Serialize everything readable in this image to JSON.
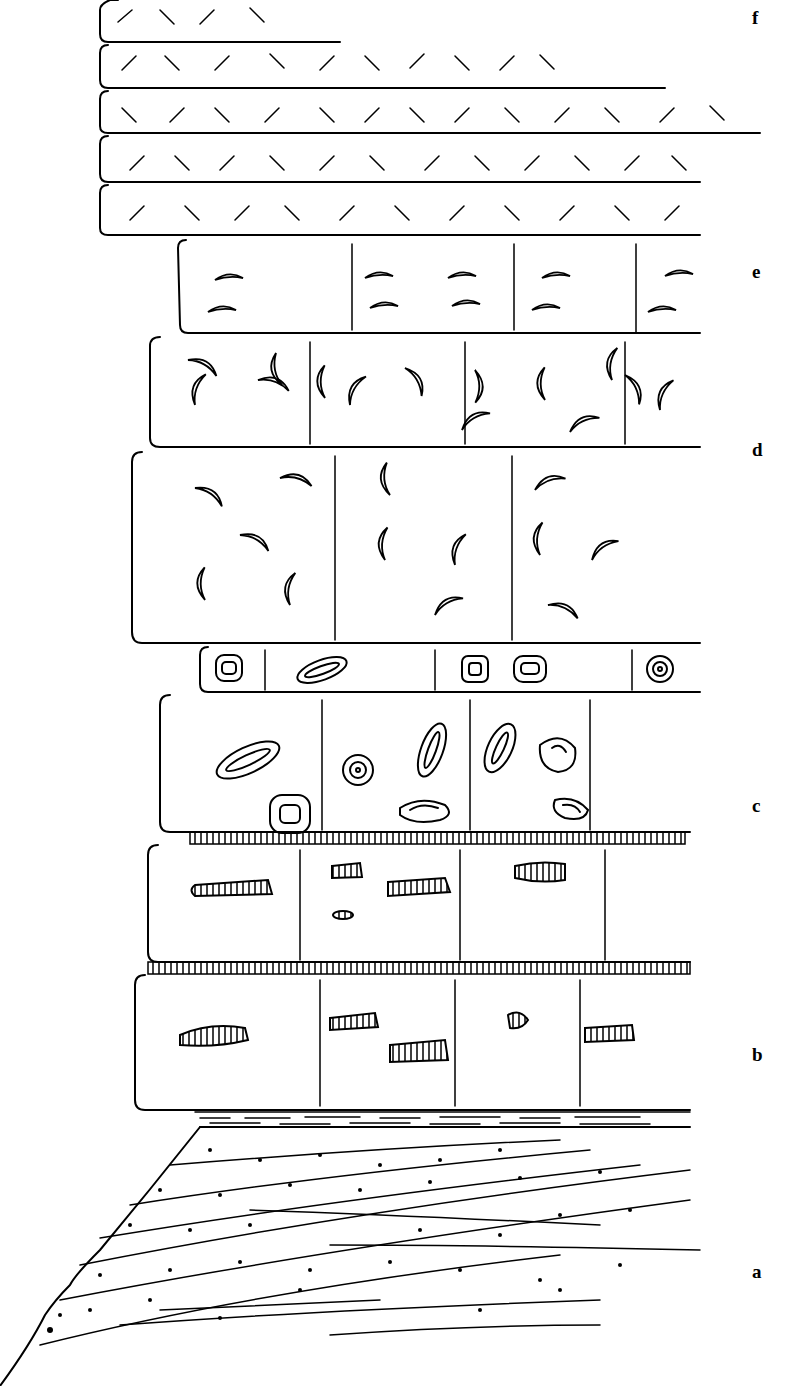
{
  "diagram": {
    "labels": [
      "f",
      "e",
      "d",
      "c",
      "b",
      "a"
    ]
  }
}
